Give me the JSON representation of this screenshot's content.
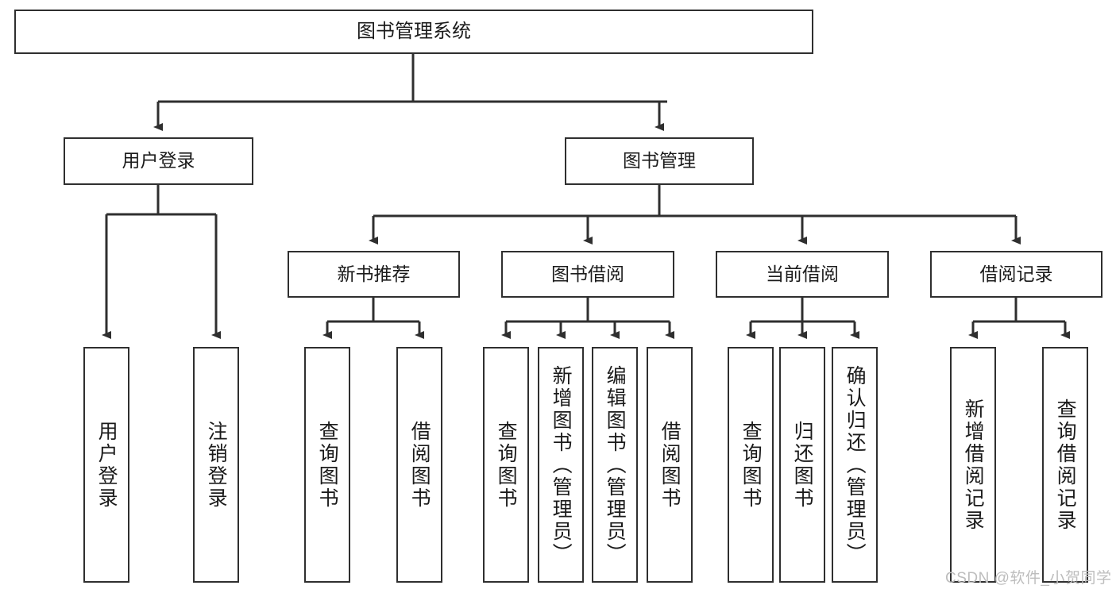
{
  "diagram": {
    "title": "图书管理系统",
    "type": "tree-hierarchy-diagram",
    "root": {
      "label": "图书管理系统"
    },
    "level1": [
      {
        "label": "用户登录"
      },
      {
        "label": "图书管理"
      }
    ],
    "level2": [
      {
        "label": "新书推荐"
      },
      {
        "label": "图书借阅"
      },
      {
        "label": "当前借阅"
      },
      {
        "label": "借阅记录"
      }
    ],
    "leaves": {
      "user_login": [
        {
          "label": "用户登录"
        },
        {
          "label": "注销登录"
        }
      ],
      "new_book_recommend": [
        {
          "label": "查询图书"
        },
        {
          "label": "借阅图书"
        }
      ],
      "book_borrow": [
        {
          "label": "查询图书"
        },
        {
          "label": "新增图书（管理员）"
        },
        {
          "label": "编辑图书（管理员）"
        },
        {
          "label": "借阅图书"
        }
      ],
      "current_borrow": [
        {
          "label": "查询图书"
        },
        {
          "label": "归还图书"
        },
        {
          "label": "确认归还（管理员）"
        }
      ],
      "borrow_record": [
        {
          "label": "新增借阅记录"
        },
        {
          "label": "查询借阅记录"
        }
      ]
    }
  },
  "watermark": {
    "text": "CSDN @软件_小贺同学"
  },
  "colors": {
    "stroke": "#2f2f2f",
    "fill": "#ffffff",
    "text": "#1b1b1b",
    "watermark": "#bdbdbd"
  }
}
